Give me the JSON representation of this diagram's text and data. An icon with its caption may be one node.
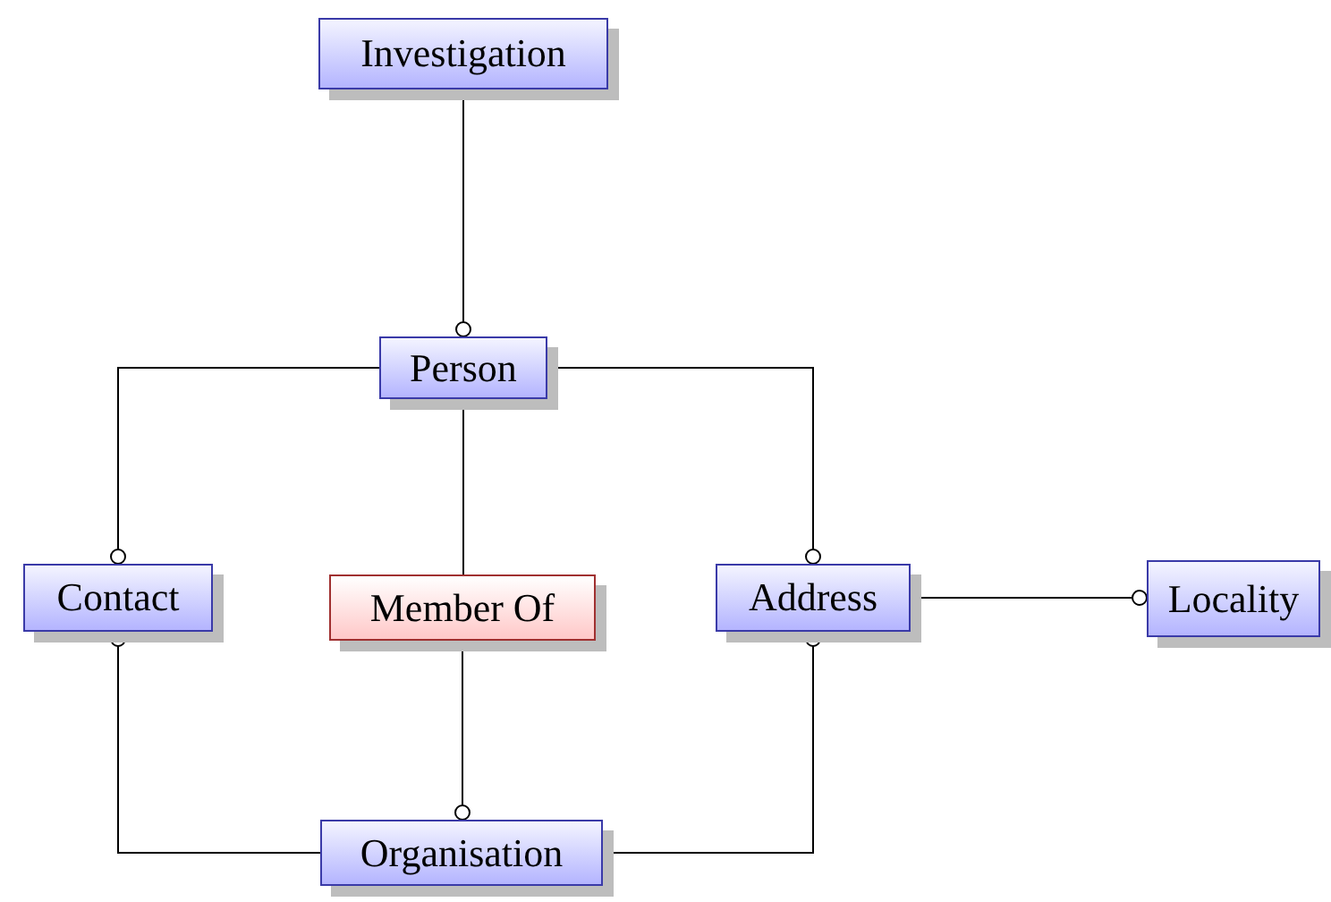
{
  "diagram": {
    "nodes": [
      {
        "text": [
          "Investigation"
        ]
      },
      {
        "text": [
          "Person"
        ]
      },
      {
        "text": [
          "Contact"
        ]
      },
      {
        "text": [
          "Member Of"
        ]
      },
      {
        "text": [
          "Address"
        ]
      },
      {
        "text": [
          "Locality"
        ]
      },
      {
        "text": [
          "Organisation"
        ]
      }
    ],
    "edges": [
      {
        "from": 0,
        "to": 1,
        "arrow": "other"
      },
      {
        "from": 1,
        "to": 2,
        "arrow": "other"
      },
      {
        "from": 1,
        "to": 3,
        "arrow": "none"
      },
      {
        "from": 1,
        "to": 4,
        "arrow": "other"
      },
      {
        "from": 4,
        "to": 5,
        "arrow": "other"
      },
      {
        "from": 3,
        "to": 6,
        "arrow": "other"
      },
      {
        "from": 6,
        "to": 2,
        "arrow": "other"
      },
      {
        "from": 6,
        "to": 4,
        "arrow": "other"
      }
    ]
  }
}
